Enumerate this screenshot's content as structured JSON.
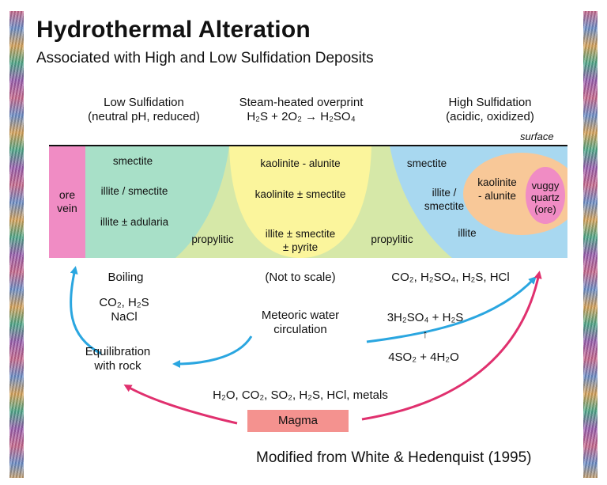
{
  "title": "Hydrothermal Alteration",
  "subtitle": "Associated with High and Low Sulfidation Deposits",
  "headers": {
    "low": "Low Sulfidation\n(neutral pH, reduced)",
    "steam": "Steam-heated overprint\nH₂S + 2O₂ → H₂SO₄",
    "high": "High Sulfidation\n(acidic, oxidized)"
  },
  "surface_label": "surface",
  "zones": {
    "ore_vein": "ore\nvein",
    "ls_smectite": "smectite",
    "ls_illite_smectite": "illite / smectite",
    "ls_illite_adularia": "illite ± adularia",
    "propylitic_left": "propylitic",
    "kaolinite_alunite": "kaolinite - alunite",
    "kaolinite_smectite": "kaolinite ± smectite",
    "illite_smectite_pyrite": "illite ± smectite\n± pyrite",
    "propylitic_right": "propylitic",
    "hs_smectite": "smectite",
    "hs_illite_smectite": "illite /\nsmectite",
    "hs_illite": "illite",
    "hs_kaolinite_alunite": "kaolinite\n- alunite",
    "vuggy_quartz": "vuggy\nquartz\n(ore)"
  },
  "process": {
    "boiling": "Boiling",
    "boiling_gases": "CO₂, H₂S\nNaCl",
    "equilibration": "Equilibration\nwith rock",
    "not_to_scale": "(Not to scale)",
    "meteoric": "Meteoric water\ncirculation",
    "hs_gases": "CO₂, H₂SO₄, H₂S, HCl",
    "reaction_top": "3H₂SO₄ + H₂S",
    "reaction_arrow": "↑",
    "reaction_bottom": "4SO₂ + 4H₂O",
    "magma_gases": "H₂O, CO₂, SO₂, H₂S, HCl, metals",
    "magma": "Magma"
  },
  "credit": "Modified from White & Hedenquist (1995)",
  "colors": {
    "ore_vein": "#f08cc4",
    "low_sulfidation": "#a8e0c8",
    "propylitic": "#d6e8a8",
    "steam_heated": "#fbf59c",
    "high_sulfidation": "#a8d8f0",
    "kaolinite_alunite": "#f8c898",
    "vuggy_quartz": "#f08cc4",
    "blue_arrow": "#2aa6e0",
    "magenta_arrow": "#e0306e",
    "magma": "#f4928f"
  }
}
